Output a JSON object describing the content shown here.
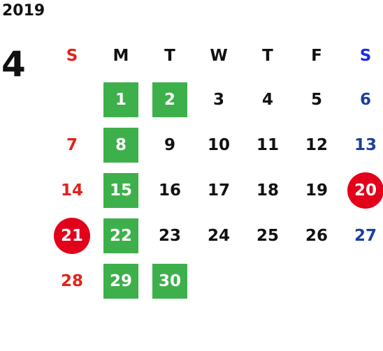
{
  "year": "2019",
  "month": "4",
  "weekdays": [
    "S",
    "M",
    "T",
    "W",
    "T",
    "F",
    "S"
  ],
  "colors": {
    "sunday": "#e2231a",
    "saturday": "#1d3f9c",
    "saturday_header": "#1a2ce0",
    "highlight_green": "#3db04b",
    "holiday_red": "#e2001a"
  },
  "weeks": [
    [
      null,
      {
        "d": "1",
        "mark": "green"
      },
      {
        "d": "2",
        "mark": "green"
      },
      {
        "d": "3"
      },
      {
        "d": "4"
      },
      {
        "d": "5"
      },
      {
        "d": "6"
      }
    ],
    [
      {
        "d": "7"
      },
      {
        "d": "8",
        "mark": "green"
      },
      {
        "d": "9"
      },
      {
        "d": "10"
      },
      {
        "d": "11"
      },
      {
        "d": "12"
      },
      {
        "d": "13"
      }
    ],
    [
      {
        "d": "14"
      },
      {
        "d": "15",
        "mark": "green"
      },
      {
        "d": "16"
      },
      {
        "d": "17"
      },
      {
        "d": "18"
      },
      {
        "d": "19"
      },
      {
        "d": "20",
        "mark": "red"
      }
    ],
    [
      {
        "d": "21",
        "mark": "red"
      },
      {
        "d": "22",
        "mark": "green"
      },
      {
        "d": "23"
      },
      {
        "d": "24"
      },
      {
        "d": "25"
      },
      {
        "d": "26"
      },
      {
        "d": "27"
      }
    ],
    [
      {
        "d": "28"
      },
      {
        "d": "29",
        "mark": "green"
      },
      {
        "d": "30",
        "mark": "green"
      },
      null,
      null,
      null,
      null
    ]
  ]
}
